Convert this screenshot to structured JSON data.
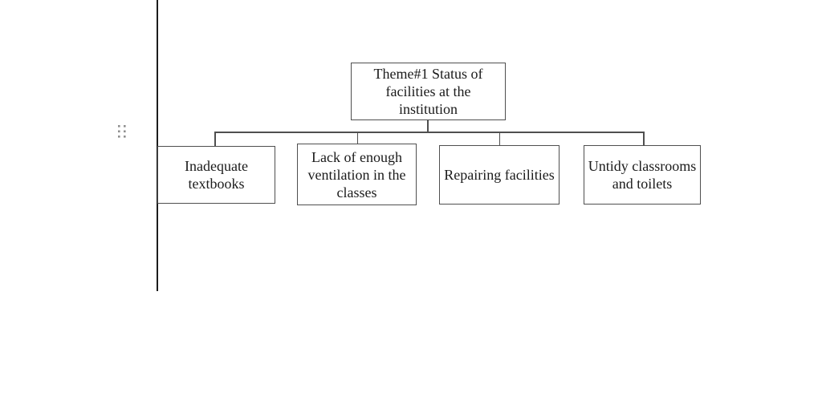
{
  "diagram": {
    "root": {
      "label": "Theme#1 Status of\nfacilities at the\ninstitution"
    },
    "children": [
      {
        "label": "Inadequate\ntextbooks"
      },
      {
        "label": "Lack of enough\nventilation in the\nclasses"
      },
      {
        "label": "Repairing facilities"
      },
      {
        "label": "Untidy classrooms\nand toilets"
      }
    ]
  },
  "icons": {
    "drag_handle": "six-dot-drag-handle"
  },
  "colors": {
    "box_border": "#4f4f4f",
    "connector": "#4f4f4f",
    "text": "#1b1b1b",
    "margin_line": "#1c1c1c",
    "handle_dots": "#8f8f8f",
    "background": "#ffffff"
  }
}
